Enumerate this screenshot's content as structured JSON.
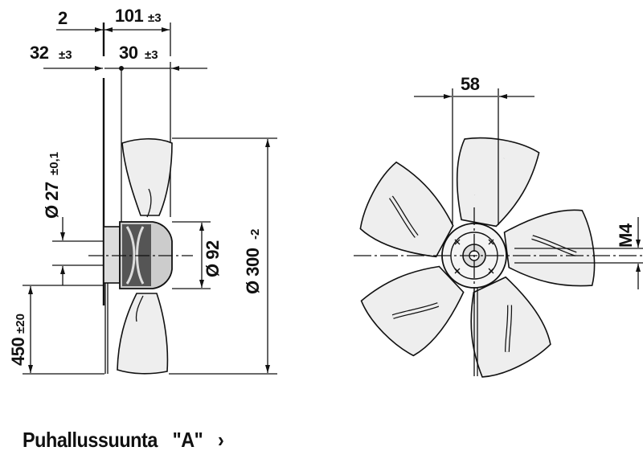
{
  "side_view": {
    "dim_2": "2",
    "dim_101": "101",
    "dim_101_tol": "±3",
    "dim_32": "32",
    "dim_32_tol": "±3",
    "dim_30": "30",
    "dim_30_tol": "±3",
    "dim_d27": "Ø 27",
    "dim_d27_tol": "±0,1",
    "dim_d92": "Ø 92",
    "dim_d300": "Ø 300",
    "dim_d300_tol": "-2",
    "dim_450": "450",
    "dim_450_tol": "±20"
  },
  "front_view": {
    "dim_58": "58",
    "dim_m4": "M4"
  },
  "caption": {
    "label": "Puhallussuunta",
    "direction": "\"A\"",
    "arrow": "›"
  }
}
